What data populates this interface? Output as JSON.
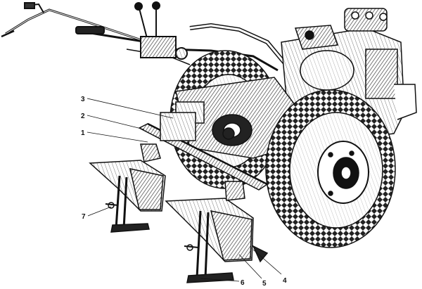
{
  "diagram": {
    "callouts": [
      {
        "id": "1",
        "label": "1"
      },
      {
        "id": "2",
        "label": "2"
      },
      {
        "id": "3",
        "label": "3"
      },
      {
        "id": "4",
        "label": "4"
      },
      {
        "id": "5",
        "label": "5"
      },
      {
        "id": "6",
        "label": "6"
      },
      {
        "id": "7",
        "label": "7"
      }
    ]
  },
  "colors": {
    "ink": "#111111",
    "paper": "#ffffff",
    "shade": "#888888"
  }
}
